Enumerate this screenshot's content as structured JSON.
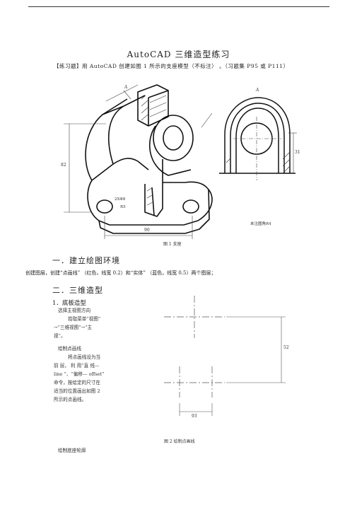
{
  "title": "AutoCAD 三维造型练习",
  "intro": "【练习题】用   AutoCAD   创建如图  1 所示的支座模型（不标注）  。（习题集   P95 或 P111）",
  "figure1": {
    "caption": "图 1   支座",
    "labels": {
      "section_a_left": "A",
      "section_a_right": "A",
      "dim_90": "90",
      "dim_82": "82",
      "dim_31": "31",
      "holes": "2XΦ8",
      "r_note": "R5",
      "note": "未注圆角R4"
    }
  },
  "sections": [
    {
      "heading": "一．建立绘图环境",
      "body": "创建图层，创建“点画线”       （红色，线宽     0.2）和“实体”     （蓝色，线宽   0.5）两个图层；"
    },
    {
      "heading": "二．三维造型"
    }
  ],
  "sub1": {
    "heading": "1．底板造型",
    "lines": [
      "选择主视图方向",
      "拾取菜单“视图”",
      "→“三维视图”→“主",
      "视”。",
      "绘制点画线",
      "将点画线设为当",
      "前 层， 利 用“直  线—",
      "line ”、“偏移— offset”",
      "命令，按给定的尺寸在",
      "适当的位置画出如图     2",
      "所示的点画线。"
    ]
  },
  "figure2": {
    "caption": "图 2   绘制点画线",
    "dim_horizontal": "93",
    "dim_vertical": "52"
  },
  "footer_text": "绘制底座轮廓"
}
